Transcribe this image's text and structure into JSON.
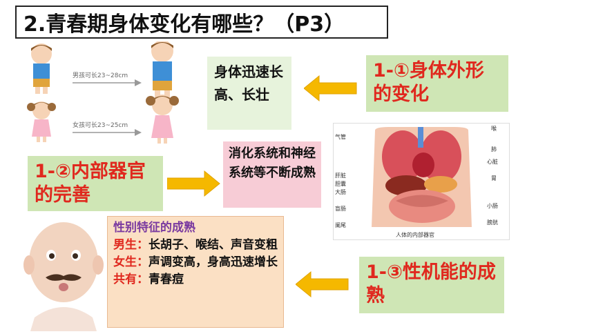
{
  "title": "2.青春期身体变化有哪些？（P3）",
  "external": {
    "heading": "1-①身体外形的变化",
    "content": "身体迅速长高、长壮"
  },
  "internal": {
    "heading": "1-②内部器官的完善",
    "content": "消化系统和神经系统等不断成熟"
  },
  "sexual": {
    "heading": "1-③性机能的成熟",
    "subtitle": "性别特征的成熟",
    "male_label": "男生：",
    "male_text": "长胡子、喉结、声音变粗",
    "female_label": "女生：",
    "female_text": "声调变高，身高迅速增长",
    "common_label": "共有：",
    "common_text": "青春痘"
  },
  "kids_image": {
    "boy_caption": "男孩可长23~28cm",
    "girl_caption": "女孩可长23~25cm"
  },
  "organ_image": {
    "labels_left": [
      "气管",
      "肝脏",
      "胆囊",
      "大肠",
      "盲肠",
      "阑尾"
    ],
    "labels_right": [
      "喉",
      "肺",
      "心脏",
      "胃",
      "小肠",
      "膀胱"
    ],
    "caption": "人体的内部器官"
  },
  "colors": {
    "accent_red": "#e0281e",
    "green_light": "#e7f3dc",
    "green": "#cfe6b5",
    "pink": "#f7ccd6",
    "peach": "#fbe0c4",
    "arrow": "#f5b800"
  }
}
